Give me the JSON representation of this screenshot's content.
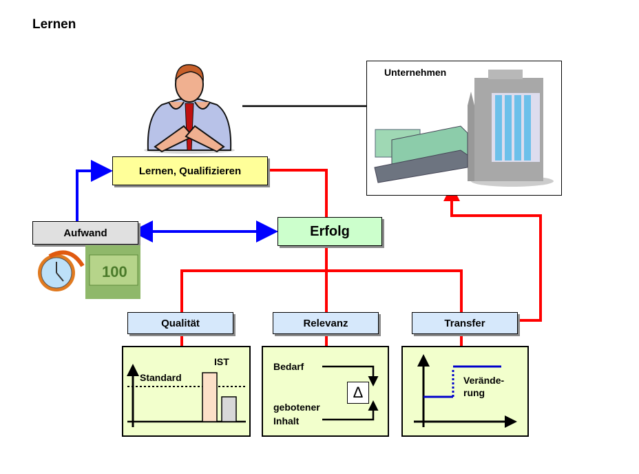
{
  "title": "Lernen",
  "nodes": {
    "learning": "Lernen, Qualifizieren",
    "effort": "Aufwand",
    "success": "Erfolg",
    "company": "Unternehmen",
    "quality": "Qualität",
    "relevance": "Relevanz",
    "transfer": "Transfer"
  },
  "quality_panel": {
    "standard_label": "Standard",
    "actual_label": "IST"
  },
  "relevance_panel": {
    "need_label": "Bedarf",
    "offered_label_line1": "gebotener",
    "offered_label_line2": "Inhalt",
    "delta_symbol": "Δ"
  },
  "transfer_panel": {
    "change_line1": "Verände-",
    "change_line2": "rung"
  },
  "colors": {
    "red_link": "#ff0000",
    "blue_link": "#0000ff",
    "line_blue": "#0000cc"
  }
}
